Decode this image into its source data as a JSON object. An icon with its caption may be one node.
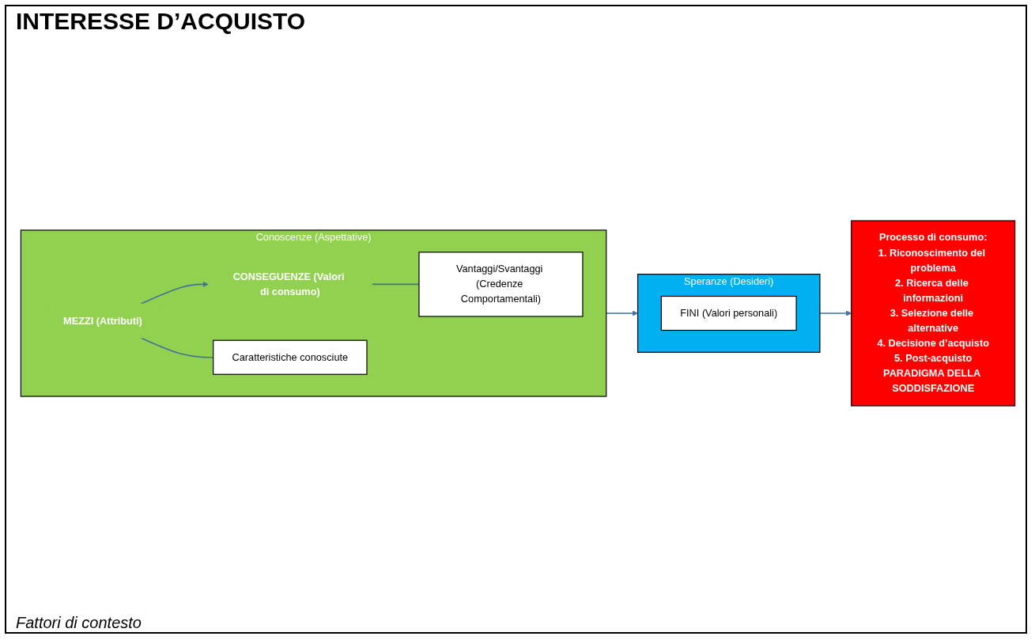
{
  "diagram": {
    "title": "INTERESSE D’ACQUISTO",
    "nodes": [
      {
        "text": [
          "Conoscenze (Aspettative)"
        ]
      },
      {
        "text": [
          "MEZZI (Attributi)"
        ],
        "in": 0
      },
      {
        "text": [
          "CONSEGUENZE (Valori di consumo)"
        ],
        "in": 0
      },
      {
        "text": [
          "Caratteristiche conosciute"
        ],
        "in": 0
      },
      {
        "text": [
          "Vantaggi/Svantaggi (Credenze Comportamentali)"
        ],
        "in": 0
      },
      {
        "text": [
          "Speranze (Desideri)"
        ]
      },
      {
        "text": [
          "FINI (Valori personali)"
        ],
        "in": 5
      },
      {
        "text": [
          "Processo di consumo:",
          "1. Riconoscimento del problema",
          "2. Ricerca delle informazioni",
          "3. Selezione delle alternative",
          "4. Decisione d’acquisto",
          "5. Post-acquisto",
          "PARADIGMA DELLA SODDISFAZIONE"
        ]
      }
    ],
    "edges": [
      {
        "from": 1,
        "to": 2,
        "arrow": "to"
      },
      {
        "from": 1,
        "to": 3,
        "arrow": "none"
      },
      {
        "from": 2,
        "to": 4,
        "arrow": "none"
      },
      {
        "from": 0,
        "to": 5,
        "arrow": "to"
      },
      {
        "from": 5,
        "to": 7,
        "arrow": "to"
      }
    ],
    "labels": [
      "Fattori di contesto"
    ]
  }
}
